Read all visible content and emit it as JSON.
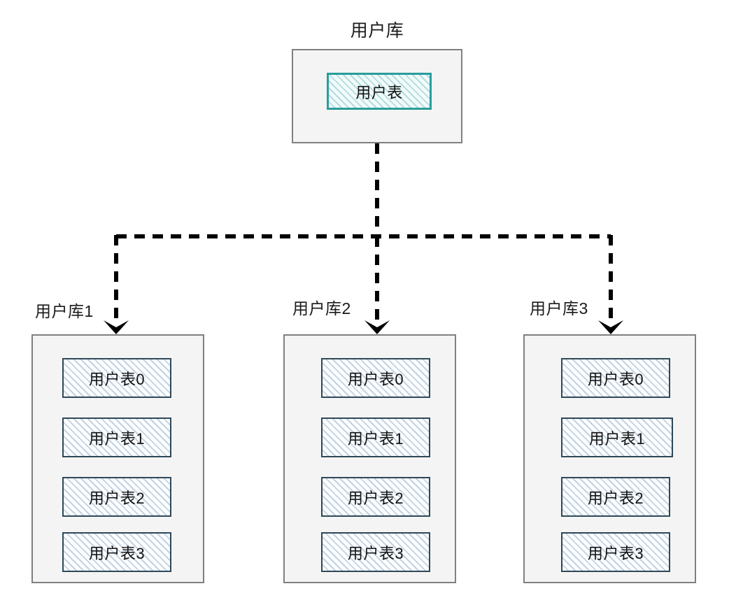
{
  "diagram": {
    "title": "用户库",
    "background_color": "#ffffff",
    "container_fill": "#f4f4f4",
    "container_border": "#808080",
    "master_table_border": "#2a9d9c",
    "shard_table_border": "#2f4858",
    "connector_color": "#000000",
    "connector_style": "dashed"
  },
  "master": {
    "label": "用户库",
    "tables": [
      {
        "label": "用户表"
      }
    ]
  },
  "shards": [
    {
      "label": "用户库1",
      "tables": [
        {
          "label": "用户表0"
        },
        {
          "label": "用户表1"
        },
        {
          "label": "用户表2"
        },
        {
          "label": "用户表3"
        }
      ]
    },
    {
      "label": "用户库2",
      "tables": [
        {
          "label": "用户表0"
        },
        {
          "label": "用户表1"
        },
        {
          "label": "用户表2"
        },
        {
          "label": "用户表3"
        }
      ]
    },
    {
      "label": "用户库3",
      "tables": [
        {
          "label": "用户表0"
        },
        {
          "label": "用户表1"
        },
        {
          "label": "用户表2"
        },
        {
          "label": "用户表3"
        }
      ]
    }
  ],
  "connectors": {
    "trunk_arrow_icon": "arrow-down-icon",
    "branch_arrow_icon": "arrow-down-icon"
  }
}
